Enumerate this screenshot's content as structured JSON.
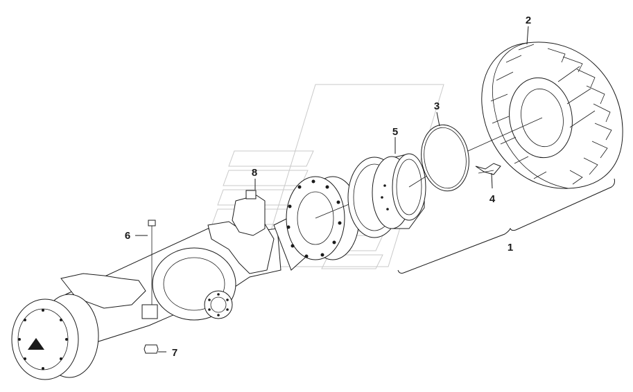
{
  "diagram": {
    "callouts": {
      "c1": "1",
      "c2": "2",
      "c3": "3",
      "c4": "4",
      "c5": "5",
      "c6": "6",
      "c7": "7",
      "c8": "8"
    },
    "colors": {
      "line": "#1a1a1a",
      "watermark": "#c9c9c9",
      "background": "#ffffff"
    }
  }
}
